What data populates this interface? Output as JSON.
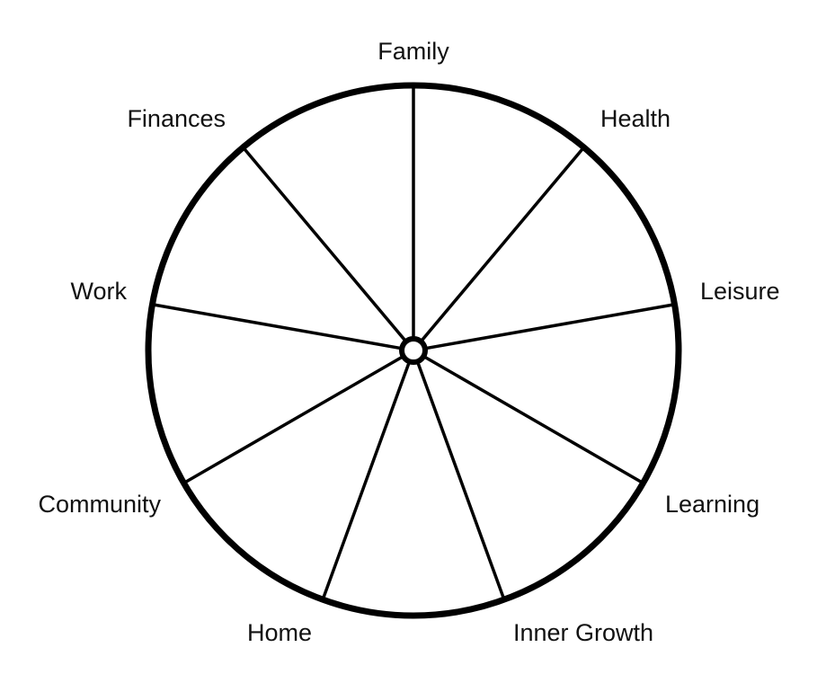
{
  "wheel": {
    "segments": [
      {
        "label": "Family"
      },
      {
        "label": "Health"
      },
      {
        "label": "Leisure"
      },
      {
        "label": "Learning"
      },
      {
        "label": "Inner Growth"
      },
      {
        "label": "Home"
      },
      {
        "label": "Community"
      },
      {
        "label": "Work"
      },
      {
        "label": "Finances"
      }
    ],
    "colors": {
      "stroke": "#000000",
      "background": "#ffffff",
      "text": "#111111"
    }
  }
}
